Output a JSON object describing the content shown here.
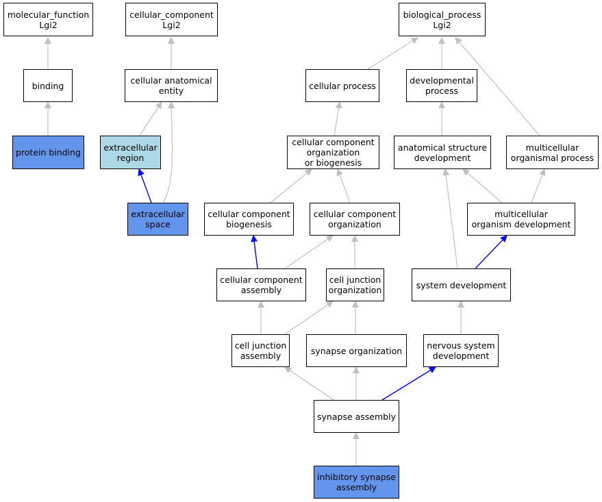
{
  "colors": {
    "edge_grey": "#c0c0c0",
    "edge_blue": "#0000ff",
    "fill_default": "#ffffff",
    "fill_annotated": "#6495ed",
    "fill_highlight": "#add8e6"
  },
  "nodes": {
    "molecular_function": "molecular_function\nLgi2",
    "binding": "binding",
    "protein_binding": "protein binding",
    "cellular_component": "cellular_component\nLgi2",
    "cellular_anatomical_entity": "cellular anatomical\nentity",
    "extracellular_region": "extracellular\nregion",
    "extracellular_space": "extracellular\nspace",
    "biological_process": "biological_process\nLgi2",
    "cellular_process": "cellular process",
    "developmental_process": "developmental\nprocess",
    "cc_org_or_biogenesis": "cellular component\norganization\nor biogenesis",
    "anatomical_structure_development": "anatomical structure\ndevelopment",
    "multicellular_organismal_process": "multicellular\norganismal process",
    "cc_biogenesis": "cellular component\nbiogenesis",
    "cc_organization": "cellular component\norganization",
    "multicellular_organism_development": "multicellular\norganism development",
    "cc_assembly": "cellular component\nassembly",
    "cell_junction_organization": "cell junction\norganization",
    "system_development": "system development",
    "cell_junction_assembly": "cell junction\nassembly",
    "synapse_organization": "synapse organization",
    "nervous_system_development": "nervous system\ndevelopment",
    "synapse_assembly": "synapse assembly",
    "inhibitory_synapse_assembly": "inhibitory synapse\nassembly"
  }
}
